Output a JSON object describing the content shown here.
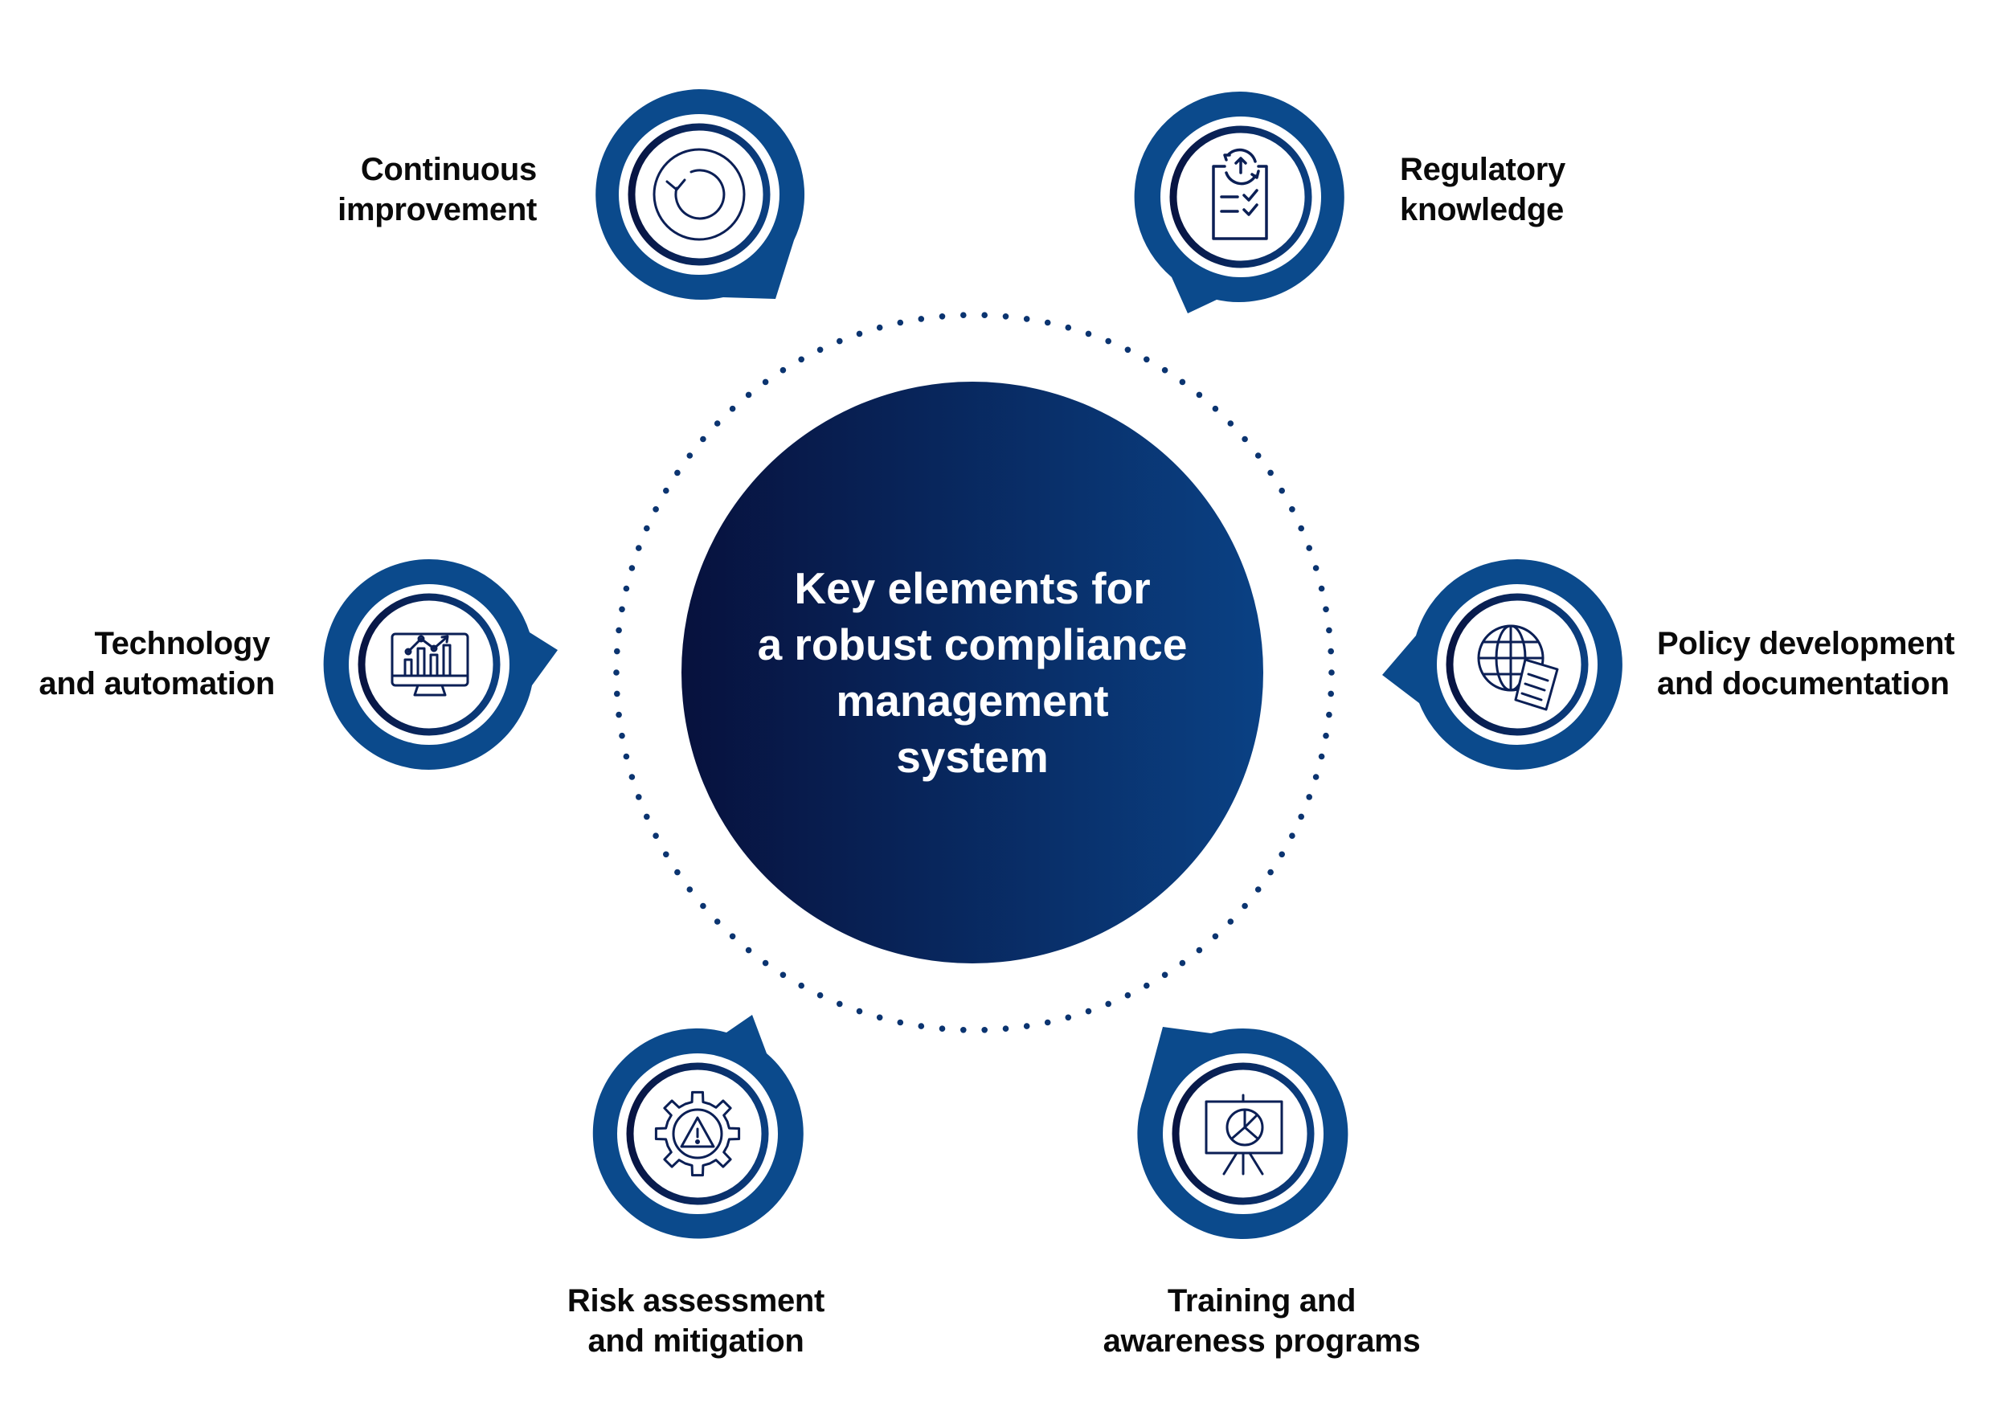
{
  "diagram": {
    "title_lines": [
      "Key elements for",
      "a robust compliance",
      "management",
      "system"
    ],
    "colors": {
      "bubble_blue": "#0B4A8C",
      "ring_dark": "#0A1846",
      "ring_dark_end": "#0B3F80",
      "center_gradient_start": "#07113D",
      "center_gradient_end": "#0A4184",
      "dots": "#0B3470",
      "icon_stroke": "#0B1F55",
      "text": "#0a0a0a"
    },
    "elements": [
      {
        "id": "continuous-improvement",
        "label_lines": [
          "Continuous",
          "improvement"
        ],
        "icon": "refresh-cycle-icon",
        "tail_direction": "bottom-right"
      },
      {
        "id": "regulatory-knowledge",
        "label_lines": [
          "Regulatory",
          "knowledge"
        ],
        "icon": "clipboard-checklist-update-icon",
        "tail_direction": "bottom-left"
      },
      {
        "id": "technology-automation",
        "label_lines": [
          "Technology",
          "and automation"
        ],
        "icon": "monitor-chart-icon",
        "tail_direction": "right"
      },
      {
        "id": "policy-development",
        "label_lines": [
          "Policy development",
          "and documentation"
        ],
        "icon": "globe-document-icon",
        "tail_direction": "left"
      },
      {
        "id": "risk-assessment",
        "label_lines": [
          "Risk assessment",
          "and mitigation"
        ],
        "icon": "gear-warning-icon",
        "tail_direction": "top-right"
      },
      {
        "id": "training-awareness",
        "label_lines": [
          "Training and",
          "awareness programs"
        ],
        "icon": "presentation-pie-chart-icon",
        "tail_direction": "top-left"
      }
    ]
  }
}
